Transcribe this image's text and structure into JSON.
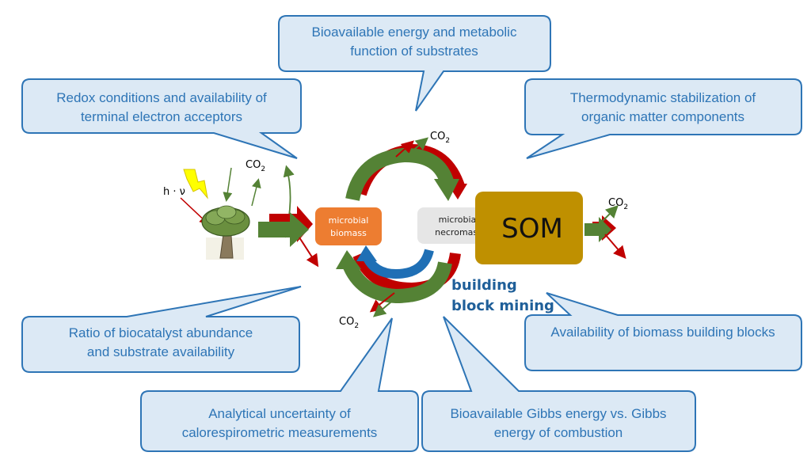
{
  "callouts": {
    "bioavailable_energy": [
      "Bioavailable energy and metabolic",
      "function of substrates"
    ],
    "redox": [
      "Redox conditions and availability of",
      "terminal electron acceptors"
    ],
    "thermodynamic": [
      "Thermodynamic stabilization of",
      "organic matter components"
    ],
    "ratio": [
      "Ratio of biocatalyst abundance",
      "and substrate availability"
    ],
    "building_blocks": [
      "Availability of biomass building blocks"
    ],
    "calorespirometric": [
      "Analytical uncertainty of",
      "calorespirometric measurements"
    ],
    "gibbs": [
      "Bioavailable Gibbs energy vs. Gibbs",
      "energy of combustion"
    ]
  },
  "nodes": {
    "microbial_biomass": [
      "microbial",
      "biomass"
    ],
    "microbial_necromass": [
      "microbial",
      "necromass"
    ],
    "som": "SOM"
  },
  "labels": {
    "co2": "CO",
    "co2_sub": "2",
    "h_nu": "h · ν",
    "building_block_mining": [
      "building",
      "block mining"
    ]
  },
  "colors": {
    "callout_fill": "#dce9f5",
    "callout_border": "#2e75b6",
    "callout_text": "#2e75b6",
    "biomass_fill": "#ed7d31",
    "necromass_fill": "#e6e6e6",
    "som_fill": "#bf9000",
    "green_arrow": "#548235",
    "red_arrow": "#c00000",
    "blue_arrow": "#1f6fb5",
    "mining_text": "#1f5f99"
  }
}
